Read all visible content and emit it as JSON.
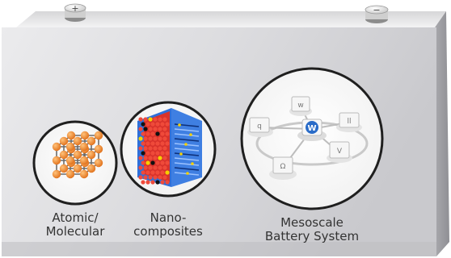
{
  "terminals": {
    "positive": "+",
    "negative": "−"
  },
  "scales": [
    {
      "line1": "Atomic/",
      "line2": "Molecular"
    },
    {
      "line1": "Nano-",
      "line2": "composites"
    },
    {
      "line1": "Mesoscale",
      "line2": "Battery System"
    }
  ],
  "nodes": {
    "center": "W",
    "top": "w",
    "left": "q",
    "right": "ll",
    "bottom_left": "Ω",
    "bottom_right": "V"
  },
  "colors": {
    "battery_front": "#d9d9db",
    "battery_side": "#b9b9bd",
    "atom": "#f28b2a",
    "nano_blue": "#2f6fd8",
    "nano_red": "#d8322b",
    "node_blue": "#2a6cc8"
  }
}
